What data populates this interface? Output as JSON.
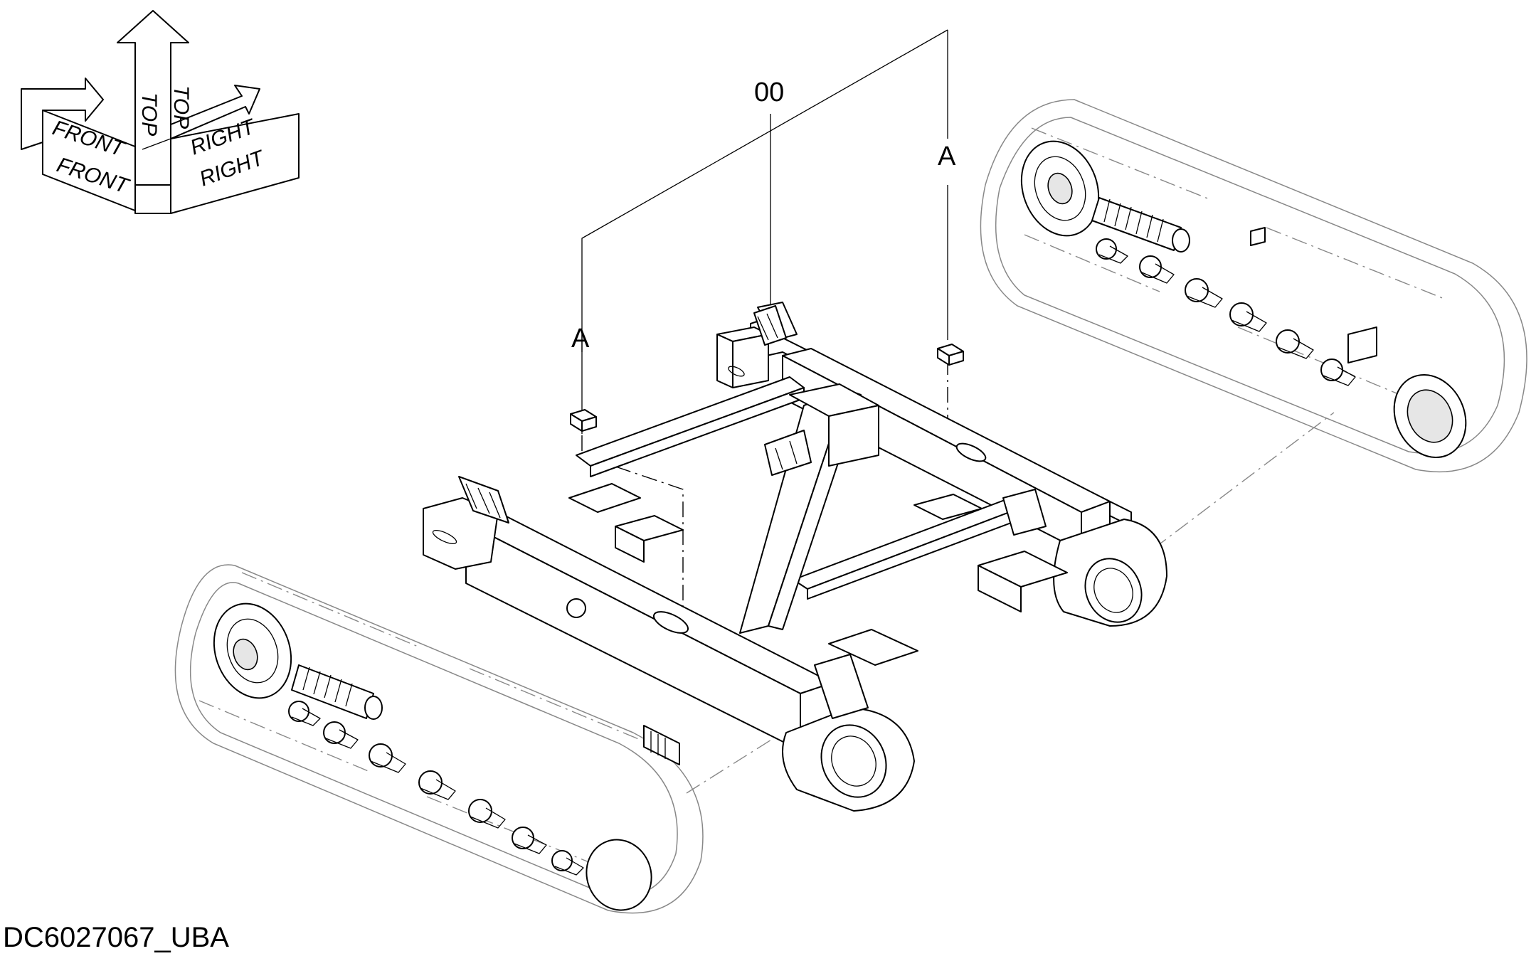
{
  "orientation_key": {
    "front": "FRONT",
    "top": "TOP",
    "right": "RIGHT"
  },
  "callouts": {
    "assembly": "00",
    "part_a_left": "A",
    "part_a_right": "A"
  },
  "drawing_code": "DC6027067_UBA"
}
